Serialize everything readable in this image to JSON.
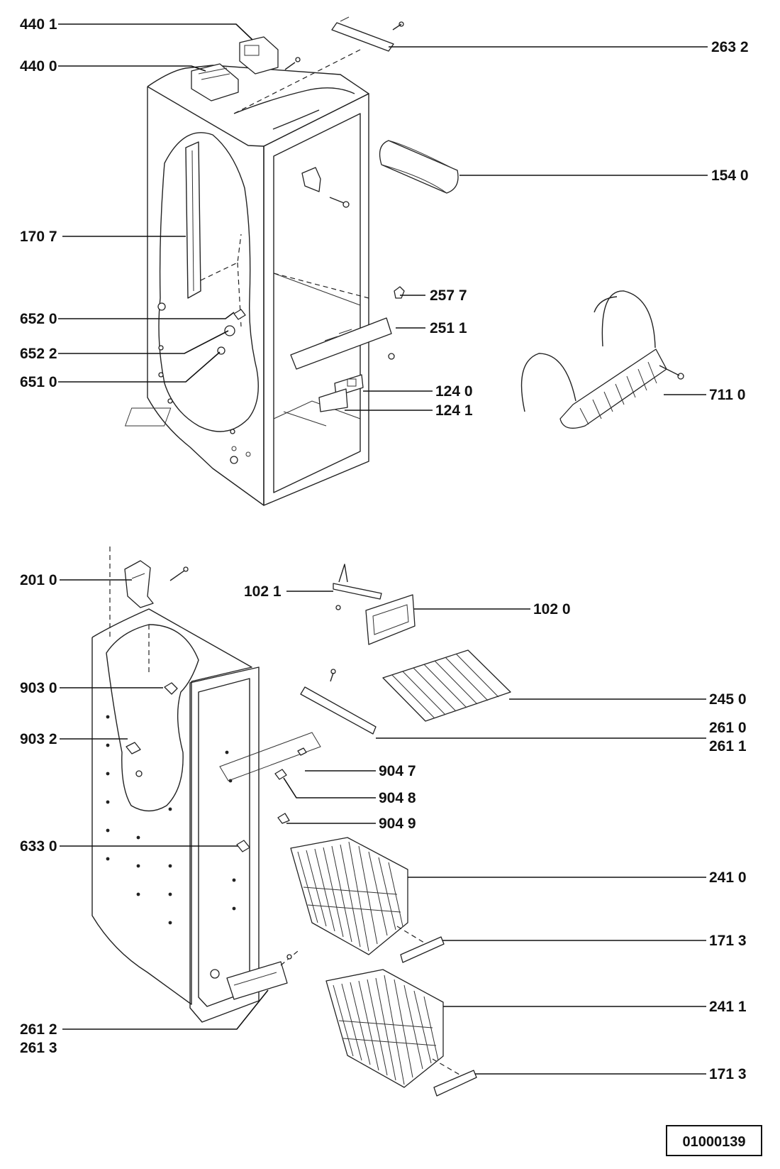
{
  "diagram": {
    "callouts": {
      "p4401": "440 1",
      "p4400": "440 0",
      "p2632": "263 2",
      "p1540": "154 0",
      "p1707": "170 7",
      "p2577": "257 7",
      "p6520": "652 0",
      "p2511": "251 1",
      "p6522": "652 2",
      "p6510": "651 0",
      "p1240": "124 0",
      "p1241": "124 1",
      "p7110": "711 0",
      "p2010": "201 0",
      "p1021": "102 1",
      "p1020": "102 0",
      "p9030": "903 0",
      "p2450": "245 0",
      "p2610": "261 0",
      "p2611": "261 1",
      "p9032": "903 2",
      "p9047": "904 7",
      "p9048": "904 8",
      "p9049": "904 9",
      "p6330": "633 0",
      "p2410": "241 0",
      "p1713a": "171 3",
      "p2411": "241 1",
      "p1713b": "171 3",
      "p2612": "261 2",
      "p2613": "261 3"
    },
    "drawing_number": "01000139"
  }
}
